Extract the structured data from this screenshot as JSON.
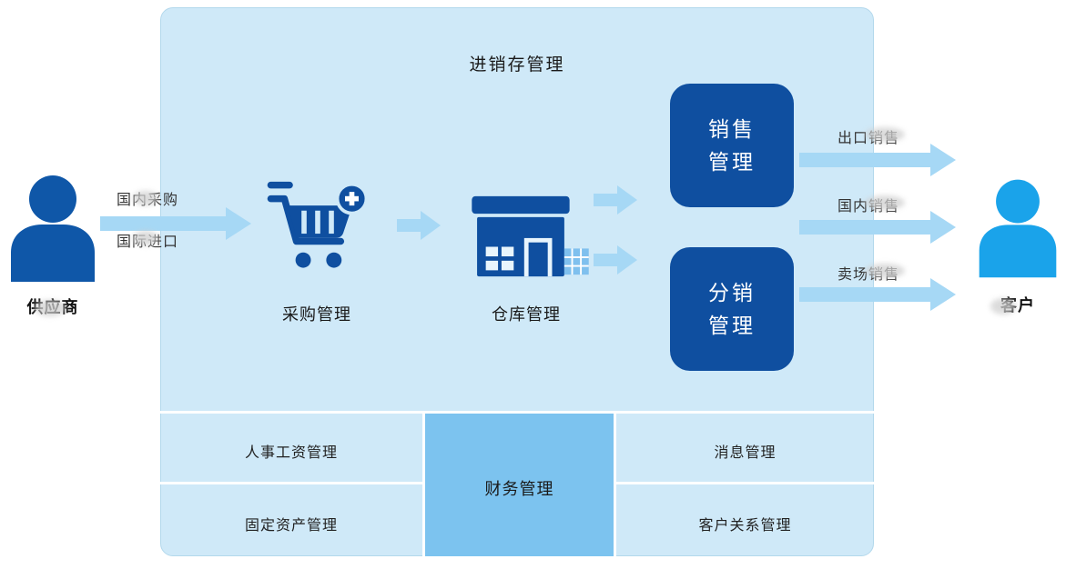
{
  "title": "进销存管理",
  "actors": {
    "supplier": "供应商",
    "customer": "客户"
  },
  "inbound_labels": {
    "top": "国内采购",
    "bottom": "国际进口"
  },
  "modules": {
    "purchase": "采购管理",
    "warehouse": "仓库管理",
    "sales_lines": [
      "销售",
      "管理"
    ],
    "distribution_lines": [
      "分销",
      "管理"
    ]
  },
  "outbound_labels": [
    "出口销售",
    "国内销售",
    "卖场销售"
  ],
  "bottom_modules": {
    "hr_payroll": "人事工资管理",
    "fixed_assets": "固定资产管理",
    "finance": "财务管理",
    "messages": "消息管理",
    "crm": "客户关系管理"
  },
  "icons": {
    "supplier": "person-icon",
    "customer": "person-icon",
    "purchase": "shopping-cart-plus-icon",
    "warehouse": "storefront-icon"
  },
  "colors": {
    "panel_bg": "#cfe9f8",
    "dark_blue_box": "#0f4fa0",
    "center_cell_blue": "#7cc3ef",
    "arrow_blue": "#a6d8f5",
    "supplier_person": "#0f57a8",
    "customer_person": "#1aa3ea"
  }
}
